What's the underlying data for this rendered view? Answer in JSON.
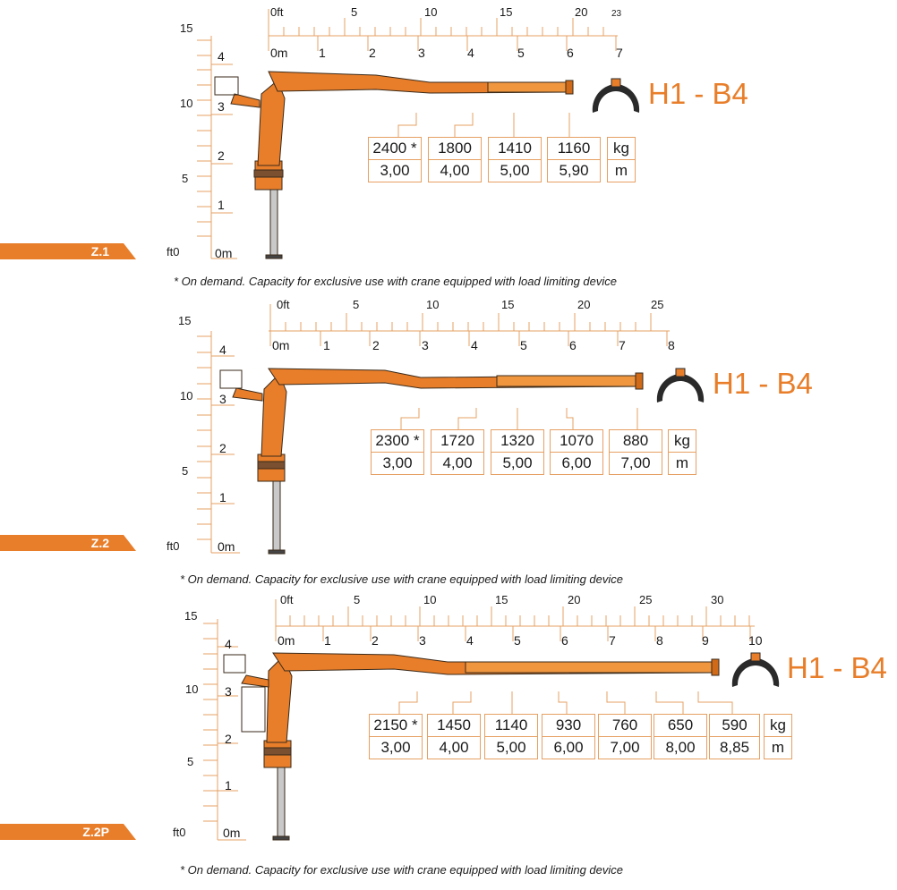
{
  "brand_color": "#e87e2a",
  "footnote": "* On demand. Capacity for exclusive use with crane equipped with load limiting device",
  "grab_icon": "grapple-icon",
  "panels": [
    {
      "tag": "Z.1",
      "model_label": "H1 - B4",
      "ft_left_labels": [
        "15",
        "10",
        "5",
        "ft0"
      ],
      "m_left_labels": [
        "4",
        "3",
        "2",
        "1",
        "0m"
      ],
      "ft_top_labels": [
        "0ft",
        "5",
        "10",
        "15",
        "20",
        "23"
      ],
      "m_top_labels": [
        "0m",
        "1",
        "2",
        "3",
        "4",
        "5",
        "6",
        "7"
      ],
      "loads": [
        "2400 *",
        "1800",
        "1410",
        "1160"
      ],
      "reaches": [
        "3,00",
        "4,00",
        "5,00",
        "5,90"
      ],
      "units": [
        "kg",
        "m"
      ]
    },
    {
      "tag": "Z.2",
      "model_label": "H1 - B4",
      "ft_left_labels": [
        "15",
        "10",
        "5",
        "ft0"
      ],
      "m_left_labels": [
        "4",
        "3",
        "2",
        "1",
        "0m"
      ],
      "ft_top_labels": [
        "0ft",
        "5",
        "10",
        "15",
        "20",
        "25"
      ],
      "m_top_labels": [
        "0m",
        "1",
        "2",
        "3",
        "4",
        "5",
        "6",
        "7",
        "8"
      ],
      "loads": [
        "2300 *",
        "1720",
        "1320",
        "1070",
        "880"
      ],
      "reaches": [
        "3,00",
        "4,00",
        "5,00",
        "6,00",
        "7,00"
      ],
      "units": [
        "kg",
        "m"
      ]
    },
    {
      "tag": "Z.2P",
      "model_label": "H1 - B4",
      "ft_left_labels": [
        "15",
        "10",
        "5",
        "ft0"
      ],
      "m_left_labels": [
        "4",
        "3",
        "2",
        "1",
        "0m"
      ],
      "ft_top_labels": [
        "0ft",
        "5",
        "10",
        "15",
        "20",
        "25",
        "30"
      ],
      "m_top_labels": [
        "0m",
        "1",
        "2",
        "3",
        "4",
        "5",
        "6",
        "7",
        "8",
        "9",
        "10"
      ],
      "loads": [
        "2150 *",
        "1450",
        "1140",
        "930",
        "760",
        "650",
        "590"
      ],
      "reaches": [
        "3,00",
        "4,00",
        "5,00",
        "6,00",
        "7,00",
        "8,00",
        "8,85"
      ],
      "units": [
        "kg",
        "m"
      ]
    }
  ]
}
